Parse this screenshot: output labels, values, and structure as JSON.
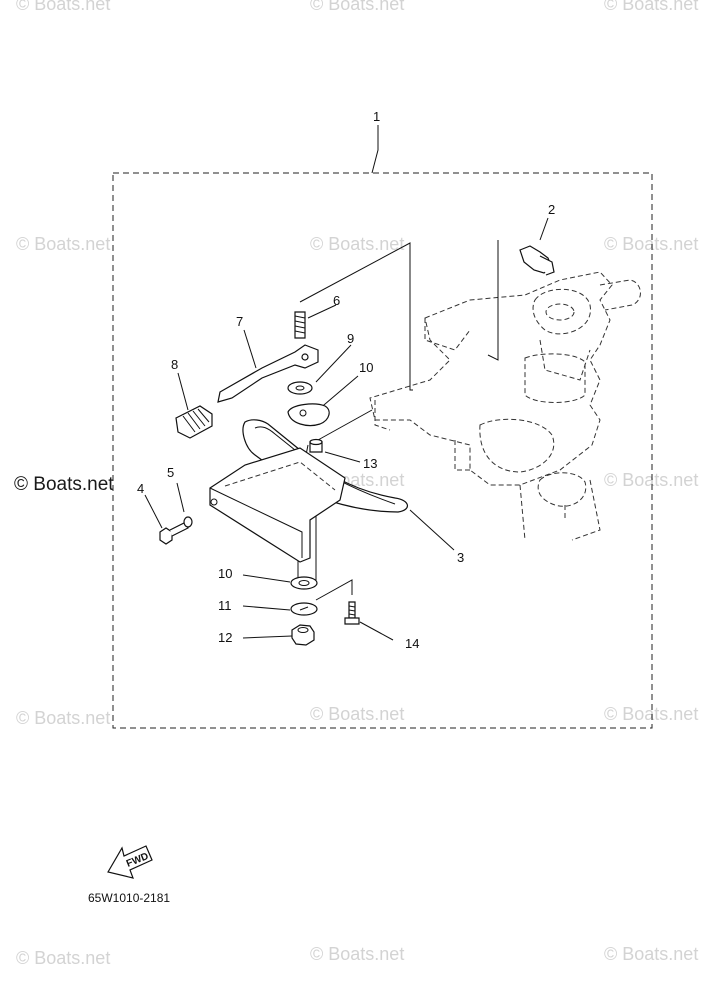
{
  "watermark": {
    "text": "© Boats.net",
    "strong_text": "© Boats.net"
  },
  "diagram_code": "65W1010-2181",
  "fwd_label": "FWD",
  "callouts": {
    "c1": "1",
    "c2": "2",
    "c3": "3",
    "c4": "4",
    "c5": "5",
    "c6": "6",
    "c7": "7",
    "c8": "8",
    "c9": "9",
    "c10a": "10",
    "c10b": "10",
    "c11": "11",
    "c12": "12",
    "c13": "13",
    "c14": "14"
  }
}
